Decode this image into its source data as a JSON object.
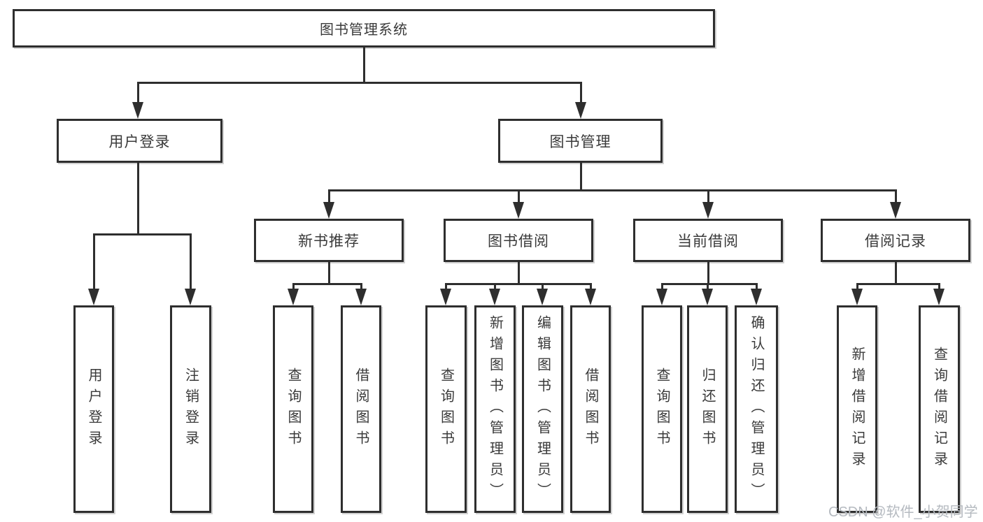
{
  "diagram": {
    "tree": {
      "label": "图书管理系统",
      "children": [
        {
          "label": "用户登录",
          "children": [
            {
              "label": "用户登录"
            },
            {
              "label": "注销登录"
            }
          ]
        },
        {
          "label": "图书管理",
          "children": [
            {
              "label": "新书推荐",
              "children": [
                {
                  "label": "查询图书"
                },
                {
                  "label": "借阅图书"
                }
              ]
            },
            {
              "label": "图书借阅",
              "children": [
                {
                  "label": "查询图书"
                },
                {
                  "label": "新增图书（管理员）"
                },
                {
                  "label": "编辑图书（管理员）"
                },
                {
                  "label": "借阅图书"
                }
              ]
            },
            {
              "label": "当前借阅",
              "children": [
                {
                  "label": "查询图书"
                },
                {
                  "label": "归还图书"
                },
                {
                  "label": "确认归还（管理员）"
                }
              ]
            },
            {
              "label": "借阅记录",
              "children": [
                {
                  "label": "新增借阅记录"
                },
                {
                  "label": "查询借阅记录"
                }
              ]
            }
          ]
        }
      ]
    },
    "watermark": "CSDN @软件_小贺同学",
    "colors": {
      "line": "#2e2e2e",
      "text": "#3a3a3a",
      "watermark": "#b5bac0",
      "background": "#ffffff"
    }
  }
}
